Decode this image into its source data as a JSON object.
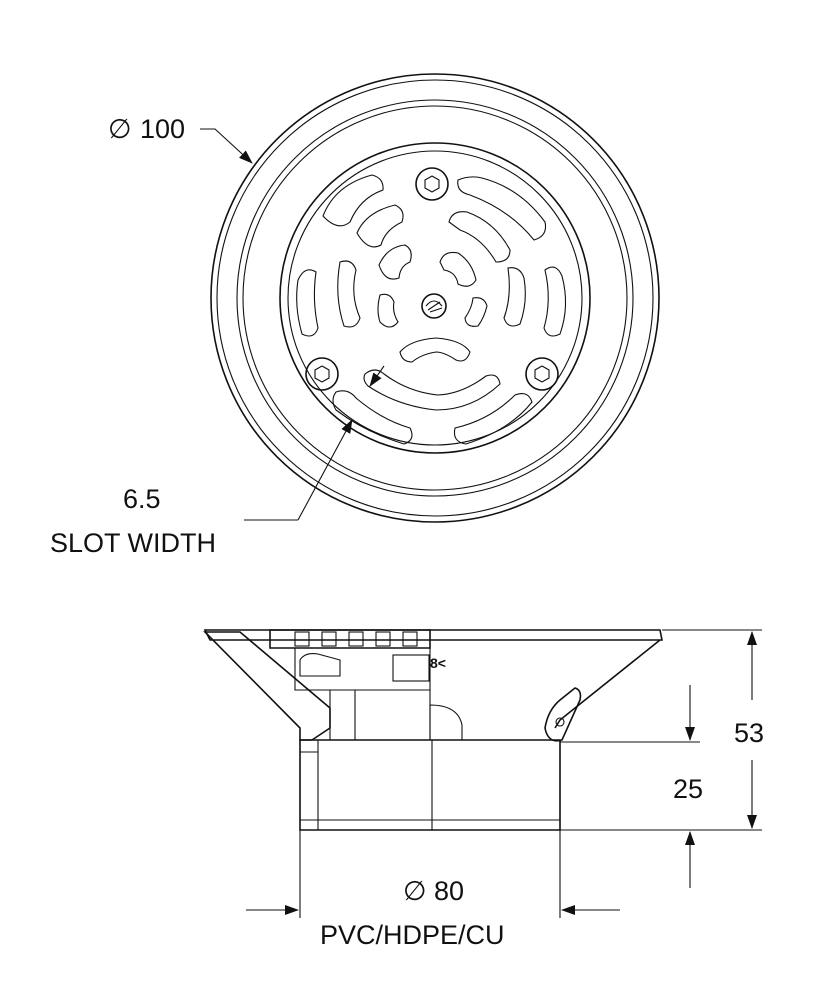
{
  "top_view": {
    "outer_diameter_label": "100",
    "slot_width_value": "6.5",
    "slot_width_label": "SLOT WIDTH"
  },
  "side_view": {
    "height_total_label": "53",
    "height_lower_label": "25",
    "pipe_diameter_label": "80",
    "pipe_material_label": "PVC/HDPE/CU"
  },
  "symbols": {
    "diameter": "∅"
  }
}
